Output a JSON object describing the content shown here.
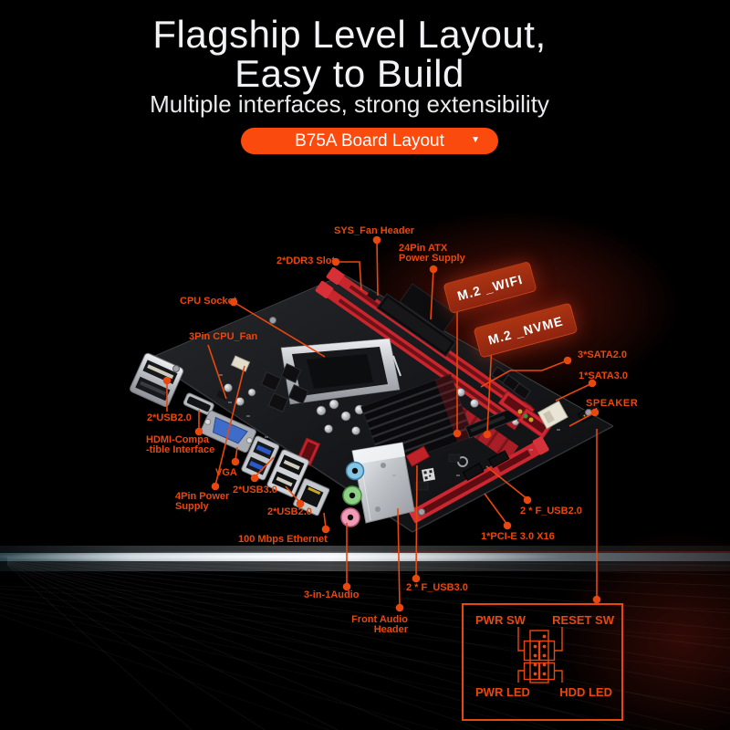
{
  "header": {
    "title_line1": "Flagship Level Layout,",
    "title_line2": "Easy to Build",
    "subtitle": "Multiple interfaces, strong extensibility",
    "button_label": "B75A Board Layout",
    "button_dropdown_icon": "▼"
  },
  "banners": {
    "m2_wifi": "M.2 _WIFI",
    "m2_nvme": "M.2 _NVME"
  },
  "labels": {
    "sys_fan": "SYS_Fan Header",
    "ddr3": "2*DDR3 Slot",
    "atx_line1": "24Pin ATX",
    "atx_line2": "Power Supply",
    "cpu_socket": "CPU Socket",
    "cpu_fan": "3Pin CPU_Fan",
    "sata2": "3*SATA2.0",
    "sata3": "1*SATA3.0",
    "speaker": "SPEAKER",
    "usb2_rear": "2*USB2.0",
    "hdmi_line1": "HDMI-Compa",
    "hdmi_line2": "-tible Interface",
    "vga": "VGA",
    "pwr4_line1": "4Pin Power",
    "pwr4_line2": "Supply",
    "usb3_rear": "2*USB3.0",
    "usb2_rear_lower": "2*USB2.0",
    "ethernet": "100 Mbps Ethernet",
    "audio": "3-in-1Audio",
    "front_audio_line1": "Front Audio",
    "front_audio_line2": "Header",
    "f_usb3": "2 * F_USB3.0",
    "f_usb2": "2 * F_USB2.0",
    "pcie": "1*PCI-E 3.0 X16"
  },
  "front_panel_box": {
    "pwr_sw": "PWR SW",
    "reset_sw": "RESET SW",
    "pwr_led": "PWR LED",
    "hdd_led": "HDD LED"
  },
  "colors": {
    "background": "#000000",
    "accent_orange": "#fb4a0e",
    "callout_orange": "#e8470e",
    "banner_red": "#a53110",
    "slot_red": "#cc2630",
    "pcb_dark": "#16171a",
    "title_text": "#f2f3f5"
  }
}
